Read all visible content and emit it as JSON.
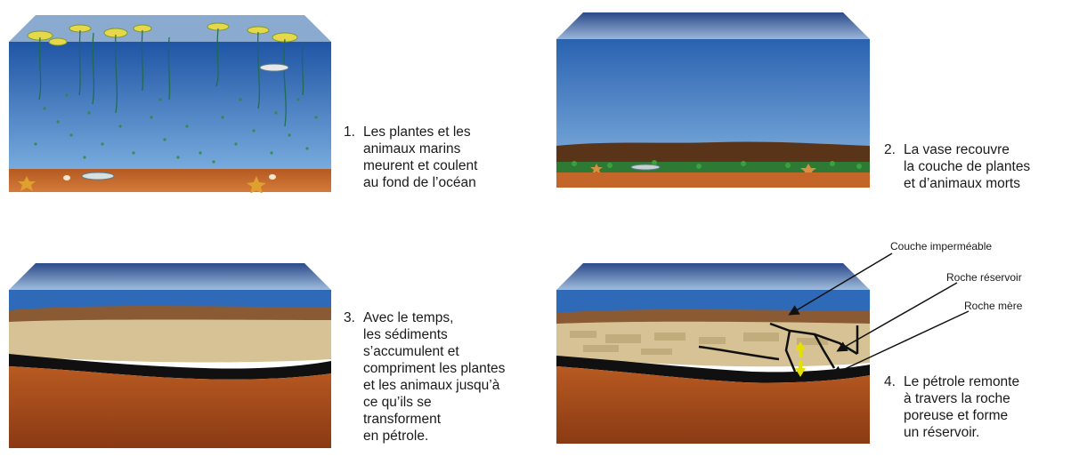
{
  "steps": [
    {
      "number": "1.",
      "lines": [
        "Les plantes et les",
        "animaux marins",
        "meurent et coulent",
        "au fond de l’océan"
      ]
    },
    {
      "number": "2.",
      "lines": [
        "La vase recouvre",
        "la couche de plantes",
        "et d’animaux morts"
      ]
    },
    {
      "number": "3.",
      "lines": [
        "Avec le temps,",
        "les sédiments",
        "s’accumulent et",
        "compriment les plantes",
        "et les animaux jusqu’à",
        "ce qu’ils se",
        "transforment",
        "en pétrole."
      ]
    },
    {
      "number": "4.",
      "lines": [
        "Le pétrole remonte",
        "à travers la roche",
        "poreuse et forme",
        "un réservoir."
      ]
    }
  ],
  "labels": {
    "impermeable": "Couche imperméable",
    "reservoir": "Roche réservoir",
    "source": "Roche mère"
  },
  "colors": {
    "water_top": "#2a5fa8",
    "water_bottom": "#6a9ed8",
    "sky_top": "#2c5aa0",
    "sediment": "#c4662a",
    "mud": "#5a3418",
    "sand": "#d8c898",
    "oil": "#111111",
    "arrow": "#e4e000"
  }
}
